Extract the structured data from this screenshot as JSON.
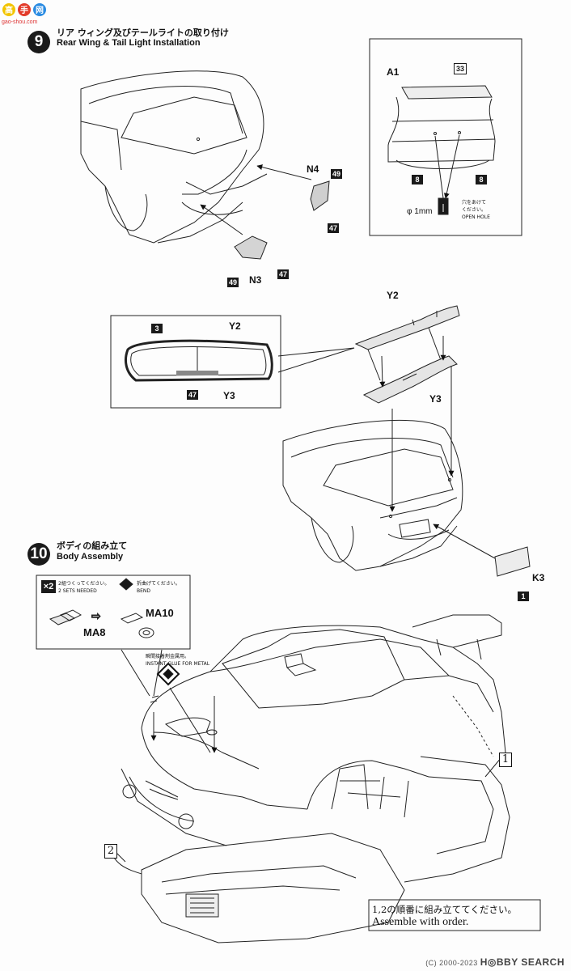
{
  "step9": {
    "number": "9",
    "title_jp": "リア ウィング及びテールライトの取り付け",
    "title_en": "Rear Wing & Tail Light Installation",
    "parts": {
      "n4": "N4",
      "n3": "N3"
    },
    "codes": {
      "c49": "49",
      "c47": "47"
    }
  },
  "inset_rear": {
    "a1": "A1",
    "c33": "33",
    "c8": "8",
    "hole_size": "φ 1mm",
    "hole_jp1": "穴をあけて",
    "hole_jp2": "ください。",
    "hole_en": "OPEN HOLE"
  },
  "wing": {
    "y2": "Y2",
    "y3": "Y3",
    "c3": "3",
    "c47": "47"
  },
  "rear": {
    "k3": "K3",
    "c1": "1"
  },
  "step10": {
    "number": "10",
    "title_jp": "ボディの組み立て",
    "title_en": "Body Assembly",
    "inset": {
      "times": "×2",
      "sets_jp": "2組つくってください。",
      "sets_en": "2 SETS NEEDED",
      "bend_jp": "折曲げてください。",
      "bend_en": "BEND",
      "ma8": "MA8",
      "ma10": "MA10"
    },
    "glue_jp": "瞬間接着剤金属用。",
    "glue_en": "INSTANT GLUE FOR METAL",
    "order1": "1",
    "order2": "2"
  },
  "note": {
    "jp": "1,2の順番に組み立ててください。",
    "en": "Assemble with order."
  },
  "watermark": {
    "copyright": "(C) 2000-2023 ",
    "brand": "H◎BBY SEARCH"
  }
}
